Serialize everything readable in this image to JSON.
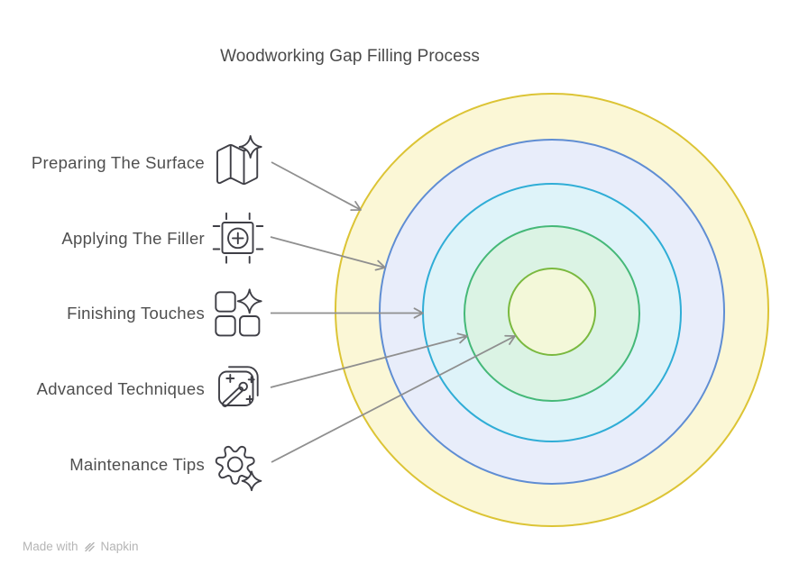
{
  "title": "Woodworking Gap Filling Process",
  "items": [
    {
      "label": "Preparing The Surface",
      "icon": "map-sparkle"
    },
    {
      "label": "Applying The Filler",
      "icon": "focus-target"
    },
    {
      "label": "Finishing Touches",
      "icon": "grid-sparkle"
    },
    {
      "label": "Advanced Techniques",
      "icon": "wand-card"
    },
    {
      "label": "Maintenance Tips",
      "icon": "gear-sparkle"
    }
  ],
  "rings": [
    {
      "stroke": "#dcc435",
      "fill": "#fbf7d6"
    },
    {
      "stroke": "#5f8dd3",
      "fill": "#e8edfa"
    },
    {
      "stroke": "#2fadd6",
      "fill": "#def3f9"
    },
    {
      "stroke": "#45b878",
      "fill": "#dbf3e4"
    },
    {
      "stroke": "#7ab93f",
      "fill": "#f3f8d9"
    }
  ],
  "colors": {
    "arrow": "#8f8f8f",
    "title_text": "#4a4a4a",
    "label_text": "#4f4f4f",
    "icon_stroke": "#3f3f46",
    "footer_text": "#b5b5b5"
  },
  "footer": {
    "made_with": "Made with",
    "brand": "Napkin"
  }
}
